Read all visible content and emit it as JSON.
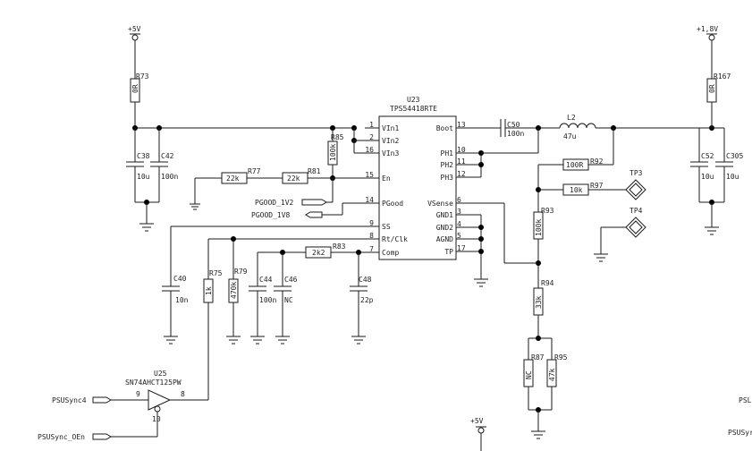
{
  "rails": {
    "p5v": "+5V",
    "p1v8": "+1,8V",
    "p5v_bottom": "+5V"
  },
  "ic": {
    "ref": "U23",
    "part": "TPS54418RTE",
    "pins_left": [
      {
        "num": "1",
        "name": "VIn1"
      },
      {
        "num": "2",
        "name": "VIn2"
      },
      {
        "num": "16",
        "name": "VIn3"
      },
      {
        "num": "15",
        "name": "En"
      },
      {
        "num": "14",
        "name": "PGood"
      },
      {
        "num": "9",
        "name": "SS"
      },
      {
        "num": "8",
        "name": "Rt/Clk"
      },
      {
        "num": "7",
        "name": "Comp"
      }
    ],
    "pins_right": [
      {
        "num": "13",
        "name": "Boot"
      },
      {
        "num": "10",
        "name": "PH1"
      },
      {
        "num": "11",
        "name": "PH2"
      },
      {
        "num": "12",
        "name": "PH3"
      },
      {
        "num": "6",
        "name": "VSense"
      },
      {
        "num": "3",
        "name": "GND1"
      },
      {
        "num": "4",
        "name": "GND2"
      },
      {
        "num": "5",
        "name": "AGND"
      },
      {
        "num": "17",
        "name": "TP"
      }
    ]
  },
  "buffer": {
    "ref": "U25",
    "part": "SN74AHCT125PW",
    "pin_in": "9",
    "pin_out": "8",
    "pin_en": "10"
  },
  "nets": {
    "pgood_1v2": "PGOOD_1V2",
    "pgood_1v8": "PGOOD_1V8",
    "psusync4": "PSUSync4",
    "psusync_oen": "PSUSync_OEn",
    "edge1": "PSL",
    "edge2": "PSUSyr"
  },
  "resistors": {
    "r73": {
      "ref": "R73",
      "value": "0R"
    },
    "r167": {
      "ref": "R167",
      "value": "0R"
    },
    "r77": {
      "ref": "R77",
      "value": "22k"
    },
    "r81": {
      "ref": "R81",
      "value": "22k"
    },
    "r85": {
      "ref": "R85",
      "value": "100k"
    },
    "r83": {
      "ref": "R83",
      "value": "2k2"
    },
    "r75": {
      "ref": "R75",
      "value": "1k"
    },
    "r79": {
      "ref": "R79",
      "value": "470k"
    },
    "r92": {
      "ref": "R92",
      "value": "100R"
    },
    "r97": {
      "ref": "R97",
      "value": "10k"
    },
    "r93": {
      "ref": "R93",
      "value": "100k"
    },
    "r94": {
      "ref": "R94",
      "value": "33k"
    },
    "r87": {
      "ref": "R87",
      "value": "NC"
    },
    "r95": {
      "ref": "R95",
      "value": "47k"
    }
  },
  "capacitors": {
    "c38": {
      "ref": "C38",
      "value": "10u"
    },
    "c42": {
      "ref": "C42",
      "value": "100n"
    },
    "c50": {
      "ref": "C50",
      "value": "100n"
    },
    "c52": {
      "ref": "C52",
      "value": "10u"
    },
    "c305": {
      "ref": "C305",
      "value": "10u"
    },
    "c40": {
      "ref": "C40",
      "value": "10n"
    },
    "c44": {
      "ref": "C44",
      "value": "100n"
    },
    "c46": {
      "ref": "C46",
      "value": "NC"
    },
    "c48": {
      "ref": "C48",
      "value": "22p"
    }
  },
  "inductors": {
    "l2": {
      "ref": "L2",
      "value": "47u"
    }
  },
  "testpoints": {
    "tp3": "TP3",
    "tp4": "TP4"
  }
}
